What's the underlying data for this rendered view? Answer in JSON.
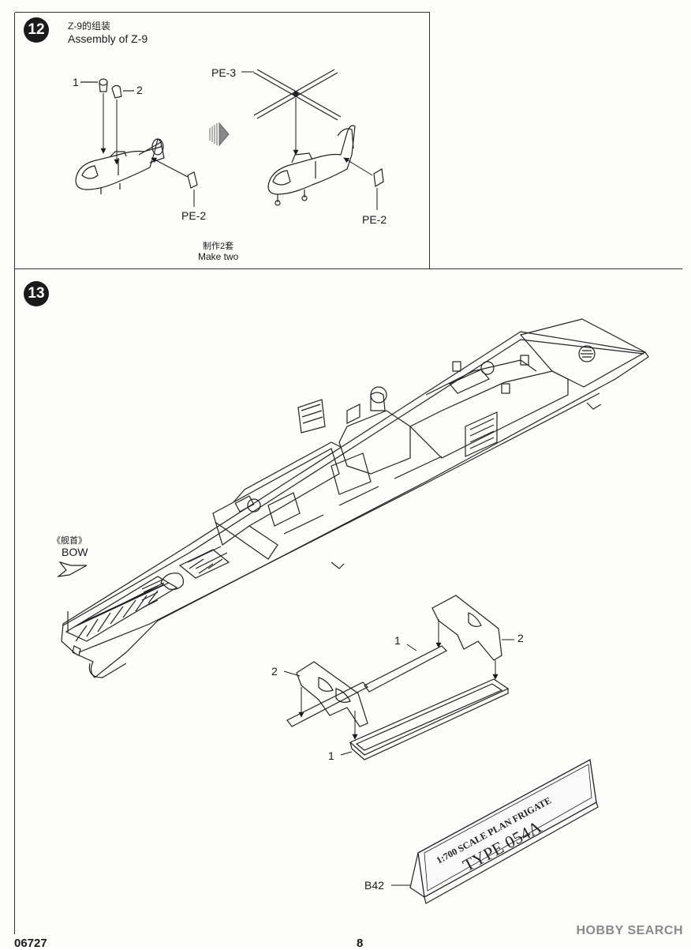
{
  "step12": {
    "number": "12",
    "title_cn": "Z-9的组装",
    "title_en": "Assembly of Z-9",
    "part_1": "1",
    "part_2": "2",
    "pe3": "PE-3",
    "pe2_left": "PE-2",
    "pe2_right": "PE-2",
    "note_cn": "制作2套",
    "note_en": "Make two"
  },
  "step13": {
    "number": "13",
    "bow_cn": "《舰首》",
    "bow_en": "BOW",
    "stand_part_1_top": "1",
    "stand_part_2_right": "2",
    "stand_part_2_left": "2",
    "stand_part_1_bottom": "1",
    "nameplate_part": "B42",
    "nameplate_line1": "1:700 SCALE PLAN FRIGATE",
    "nameplate_line2": "TYPE 054A"
  },
  "footer": {
    "code": "06727",
    "page": "8"
  },
  "watermark": "HOBBY SEARCH"
}
